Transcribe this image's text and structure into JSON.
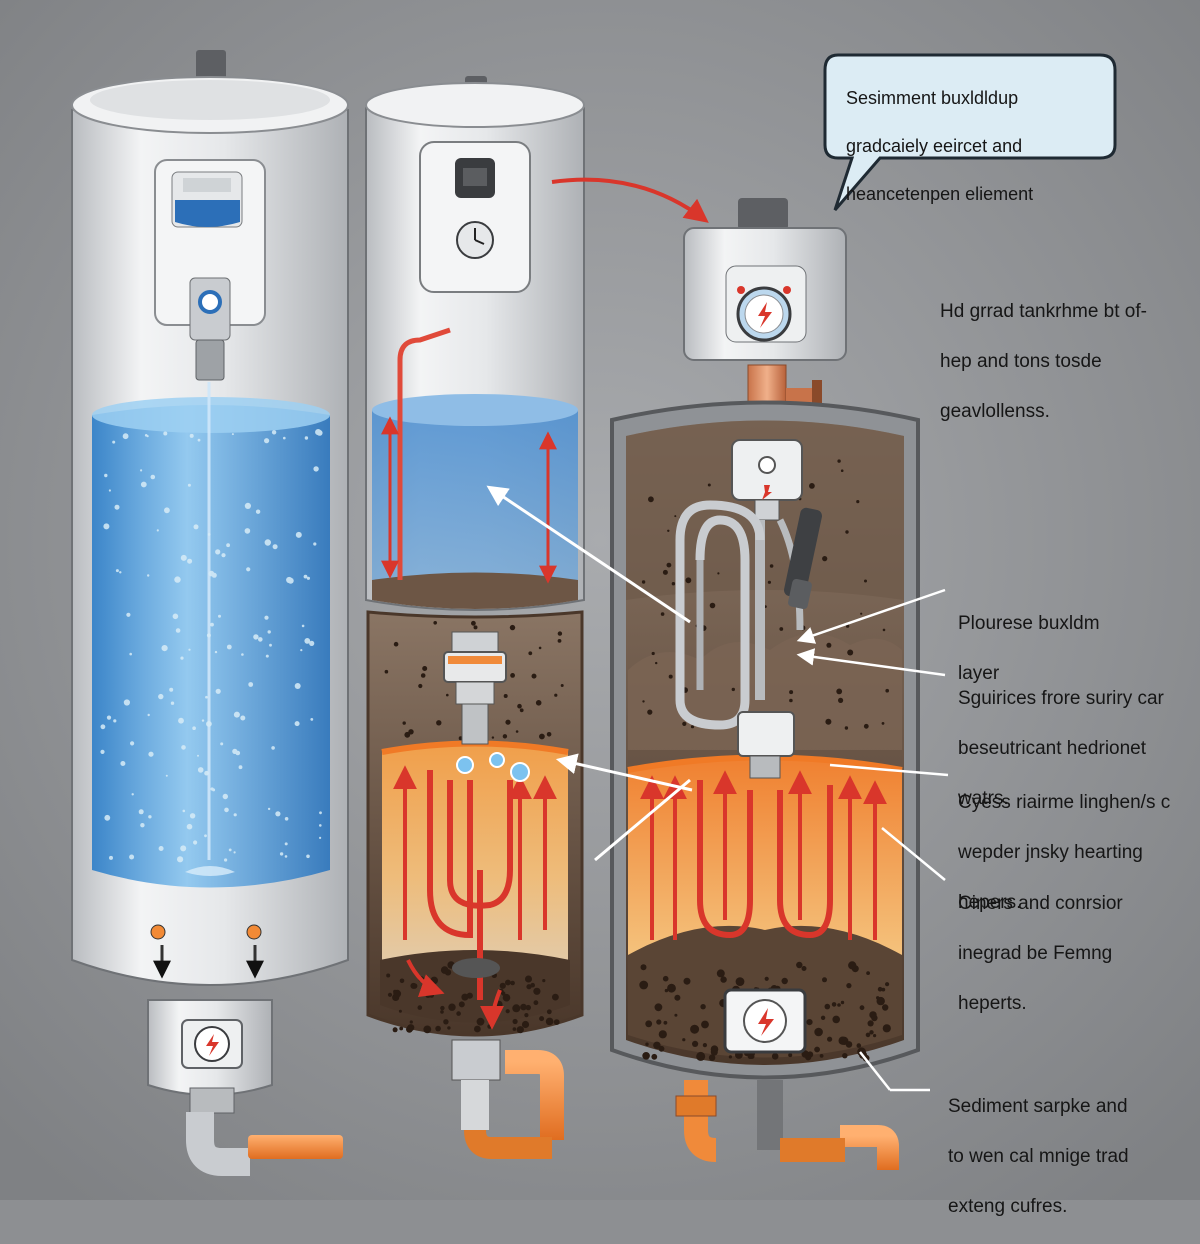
{
  "callout": {
    "lines": [
      "Sesimment buxldldup",
      "gradcaiely eeircet and",
      "heancetenpen eliement"
    ]
  },
  "side_note": {
    "lines": [
      "Hd grrad tankrhme bt of-",
      "hep and tons tosde",
      "geavlollenss."
    ]
  },
  "labels": [
    {
      "lines": [
        "Plourese buxldm",
        "layer"
      ]
    },
    {
      "lines": [
        "Sguirices frore suriry car",
        "beseutricant hedrionet",
        "watrs."
      ]
    },
    {
      "lines": [
        "Cyess riairme linghen/s c",
        "wepder jnsky hearting",
        "hepers."
      ]
    },
    {
      "lines": [
        "Ciners and conrsior",
        "inegrad be Femng",
        "heperts."
      ]
    },
    {
      "lines": [
        "Sediment sarpke and",
        "to wen cal mnige trad",
        "exteng cufres."
      ]
    }
  ],
  "colors": {
    "background": "#8d8f92",
    "tank_shell": "#e4e6e8",
    "water": "#5aa6e0",
    "sediment": "#5a4535",
    "heat": "#f08a3a",
    "element_red": "#d9362b",
    "pipe_orange": "#f28a36",
    "bubble_fill": "#d7ecf7"
  },
  "icons": [
    "lightning-icon",
    "gauge-icon",
    "display-icon",
    "valve-icon"
  ]
}
